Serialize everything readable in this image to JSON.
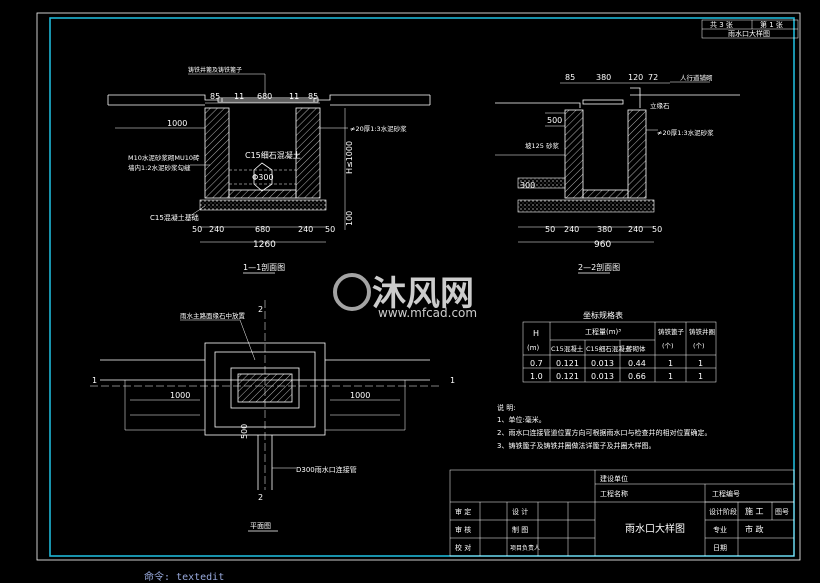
{
  "sheet": {
    "total": "共 3 张",
    "page": "第 1 张",
    "name": "雨水口大样图"
  },
  "section1": {
    "title": "1—1剖面图",
    "label_top": "铸铁井篦及铸铁篦子",
    "wall_note1": "M10水泥砂浆砌MU10砖",
    "wall_note2": "墙内1:2水泥砂浆勾缝",
    "base_note": "C15混凝土基础",
    "c15_top": "C15细石混凝土",
    "pipe": "Φ300",
    "plaster": "≠20厚1:3水泥砂浆",
    "h_label": "H≤1000",
    "dim_top": [
      "85",
      "11",
      "680",
      "11",
      "85"
    ],
    "dim_1000": "1000",
    "dim_100": "100",
    "dim_bottom": [
      "50",
      "240",
      "680",
      "240",
      "50"
    ],
    "dim_total": "1260"
  },
  "section2": {
    "title": "2—2剖面图",
    "dim_top": [
      "85",
      "380",
      "120",
      "72"
    ],
    "sidewalk": "人行道铺砌",
    "kerb": "立缘石",
    "dim_500": "500",
    "plaster": "≠20厚1:3水泥砂浆",
    "slope": "坡125 砂浆",
    "dim_300": "300",
    "dim_bottom": [
      "50",
      "240",
      "380",
      "240",
      "50"
    ],
    "dim_total": "960"
  },
  "plan": {
    "title": "平面图",
    "label": "雨水主路面缘石中放置",
    "dim_1000_left": "1000",
    "dim_1000_right": "1000",
    "dim_500": "500",
    "pipe": "D300雨水口连接管",
    "mark1": "1",
    "mark2": "2"
  },
  "table": {
    "title": "坐标规格表",
    "header": {
      "h": "H",
      "m": "(m)",
      "qty": "工程量(m)³",
      "c15a": "C15混凝土",
      "c15b": "C15细石混凝土",
      "brick": "砖砌体",
      "grate": "铸铁篦子",
      "grate_unit": "(个)",
      "frame": "铸铁井圈",
      "frame_unit": "(个)"
    },
    "rows": [
      [
        "0.7",
        "0.121",
        "0.013",
        "0.44",
        "1",
        "1"
      ],
      [
        "1.0",
        "0.121",
        "0.013",
        "0.66",
        "1",
        "1"
      ]
    ]
  },
  "notes": {
    "title": "说 明:",
    "items": [
      "1、单位:毫米。",
      "2、雨水口连接管道位置方向可根据雨水口与检查井的相对位置确定。",
      "3、铸铁篦子及铸铁井圈做法详篦子及井圈大样图。"
    ]
  },
  "titleblock": {
    "project": "建设单位",
    "sub_project": "工程名称",
    "no_label": "工程编号",
    "audit": "审 定",
    "design": "设 计",
    "review": "审 核",
    "draw": "制 图",
    "check": "校 对",
    "leader": "项目负责人",
    "drawing_name": "雨水口大样图",
    "stage_label": "设计阶段",
    "stage": "施 工",
    "fig_no": "图号",
    "major_label": "专业",
    "major": "市 政",
    "date_label": "日期"
  },
  "watermark": {
    "brand": "沐风网",
    "url": "www.mfcad.com"
  },
  "command": {
    "prompt": "命令:",
    "value": "textedit"
  }
}
